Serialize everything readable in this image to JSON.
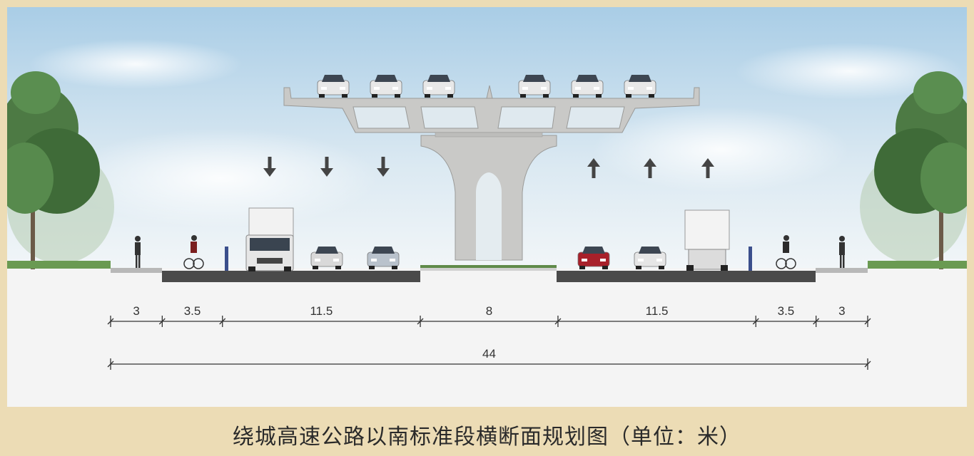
{
  "caption": "绕城高速公路以南标准段横断面规划图（单位：米）",
  "segments": [
    {
      "label": "3",
      "value": 3
    },
    {
      "label": "3.5",
      "value": 3.5
    },
    {
      "label": "11.5",
      "value": 11.5
    },
    {
      "label": "8",
      "value": 8
    },
    {
      "label": "11.5",
      "value": 11.5
    },
    {
      "label": "3.5",
      "value": 3.5
    },
    {
      "label": "3",
      "value": 3
    }
  ],
  "total": {
    "label": "44",
    "value": 44
  },
  "colors": {
    "frame": "#ecdcb5",
    "sky_top": "#a9cde6",
    "ground": "#f4f4f4",
    "road": "#4a4a4a",
    "concrete": "#c9c9c7"
  }
}
